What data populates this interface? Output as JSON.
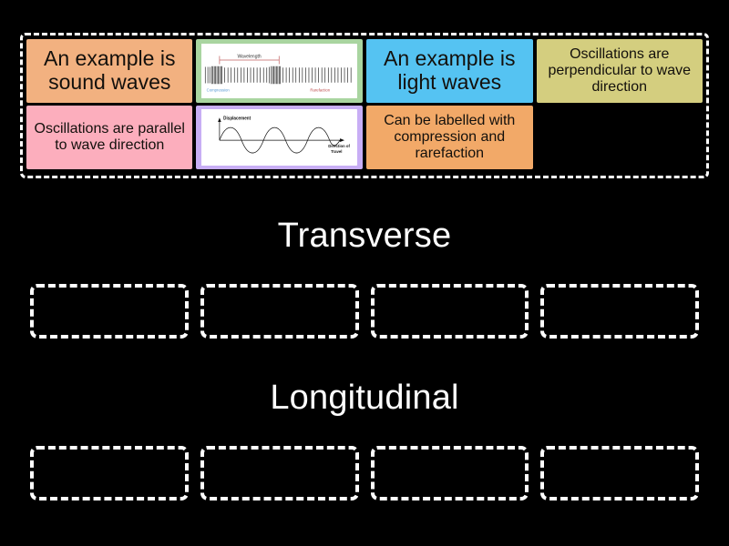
{
  "activity": {
    "type": "group-sort",
    "background_color": "#000000",
    "text_color": "#ffffff"
  },
  "tray": {
    "name": "answer-tile-tray",
    "border_style": "white-dashed",
    "rows": [
      [
        {
          "id": "tile-sound-waves",
          "kind": "text",
          "text": "An example is sound waves",
          "background": "#f2b180"
        },
        {
          "id": "tile-longitudinal-wave-image",
          "kind": "image",
          "background": "#a9d5a0",
          "alt": "longitudinal-wave-diagram",
          "figure": {
            "title": "Wavelength",
            "label_left": "Compression",
            "label_right": "Rarefaction"
          }
        },
        {
          "id": "tile-light-waves",
          "kind": "text",
          "text": "An example is light waves",
          "background": "#55c3f2"
        },
        {
          "id": "tile-perpendicular",
          "kind": "text",
          "text": "Oscillations are perpendicular to wave direction",
          "background": "#d4ce7f"
        }
      ],
      [
        {
          "id": "tile-parallel",
          "kind": "text",
          "text": "Oscillations are parallel to wave direction",
          "background": "#fcaebd"
        },
        {
          "id": "tile-transverse-wave-image",
          "kind": "image",
          "background": "#c8aef5",
          "alt": "transverse-wave-diagram",
          "figure": {
            "y_axis_label": "Displacement",
            "x_axis_label": "Direction of Travel"
          }
        },
        {
          "id": "tile-compression-rarefaction",
          "kind": "text",
          "text": "Can be labelled with compression and rarefaction",
          "background": "#f2a968"
        },
        {
          "id": "tile-empty-slot",
          "kind": "empty",
          "text": ""
        }
      ]
    ]
  },
  "categories": [
    {
      "id": "category-transverse",
      "heading": "Transverse",
      "dropzone_count": 4
    },
    {
      "id": "category-longitudinal",
      "heading": "Longitudinal",
      "dropzone_count": 4
    }
  ]
}
